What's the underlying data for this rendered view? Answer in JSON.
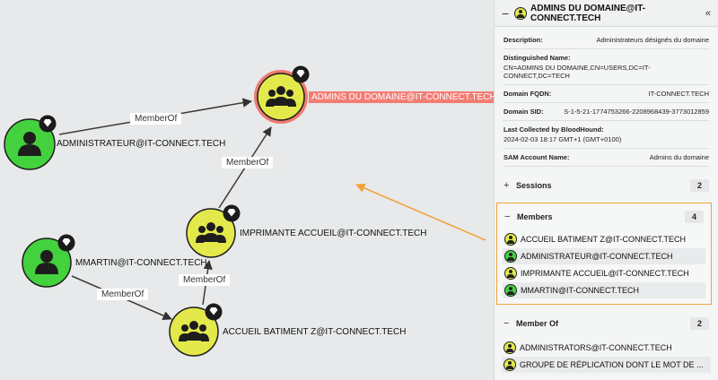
{
  "graph": {
    "nodes": {
      "admins": {
        "label": "ADMINS DU DOMAINE@IT-CONNECT.TECH",
        "kind": "group"
      },
      "administrateur": {
        "label": "ADMINISTRATEUR@IT-CONNECT.TECH",
        "kind": "user"
      },
      "imprimante": {
        "label": "IMPRIMANTE ACCUEIL@IT-CONNECT.TECH",
        "kind": "group"
      },
      "mmartin": {
        "label": "MMARTIN@IT-CONNECT.TECH",
        "kind": "user"
      },
      "accueil": {
        "label": "ACCUEIL BATIMENT Z@IT-CONNECT.TECH",
        "kind": "group"
      }
    },
    "edges": {
      "e1": "MemberOf",
      "e2": "MemberOf",
      "e3": "MemberOf",
      "e4": "MemberOf"
    }
  },
  "panel": {
    "title": "ADMINS DU DOMAINE@IT-CONNECT.TECH",
    "collapse_icon": "double-chevron-up-icon",
    "properties": {
      "description_key": "Description:",
      "description_val": "Administrateurs désignés du domaine",
      "dn_key": "Distinguished Name:",
      "dn_val": "CN=ADMINS DU DOMAINE,CN=USERS,DC=IT-CONNECT,DC=TECH",
      "fqdn_key": "Domain FQDN:",
      "fqdn_val": "IT-CONNECT.TECH",
      "sid_key": "Domain SID:",
      "sid_val": "S-1-5-21-1774753266-2208968439-3773012859",
      "collected_key": "Last Collected by BloodHound:",
      "collected_val": "2024-02-03 18:17 GMT+1 (GMT+0100)",
      "sam_key": "SAM Account Name:",
      "sam_val": "Admins du domaine"
    },
    "sessions": {
      "sym": "+",
      "label": "Sessions",
      "count": "2"
    },
    "members": {
      "sym": "−",
      "label": "Members",
      "count": "4",
      "items": [
        {
          "label": "ACCUEIL BATIMENT Z@IT-CONNECT.TECH",
          "kind": "group"
        },
        {
          "label": "ADMINISTRATEUR@IT-CONNECT.TECH",
          "kind": "user"
        },
        {
          "label": "IMPRIMANTE ACCUEIL@IT-CONNECT.TECH",
          "kind": "group"
        },
        {
          "label": "MMARTIN@IT-CONNECT.TECH",
          "kind": "user"
        }
      ]
    },
    "member_of": {
      "sym": "−",
      "label": "Member Of",
      "count": "2",
      "items": [
        {
          "label": "ADMINISTRATORS@IT-CONNECT.TECH",
          "kind": "group"
        },
        {
          "label": "GROUPE DE RÉPLICATION DONT LE MOT DE ...",
          "kind": "group"
        }
      ]
    }
  },
  "colors": {
    "group_fill": "#e3e94a",
    "user_fill": "#43d23e",
    "highlight": "#f37c73",
    "annotation_arrow": "#f2a33a"
  }
}
